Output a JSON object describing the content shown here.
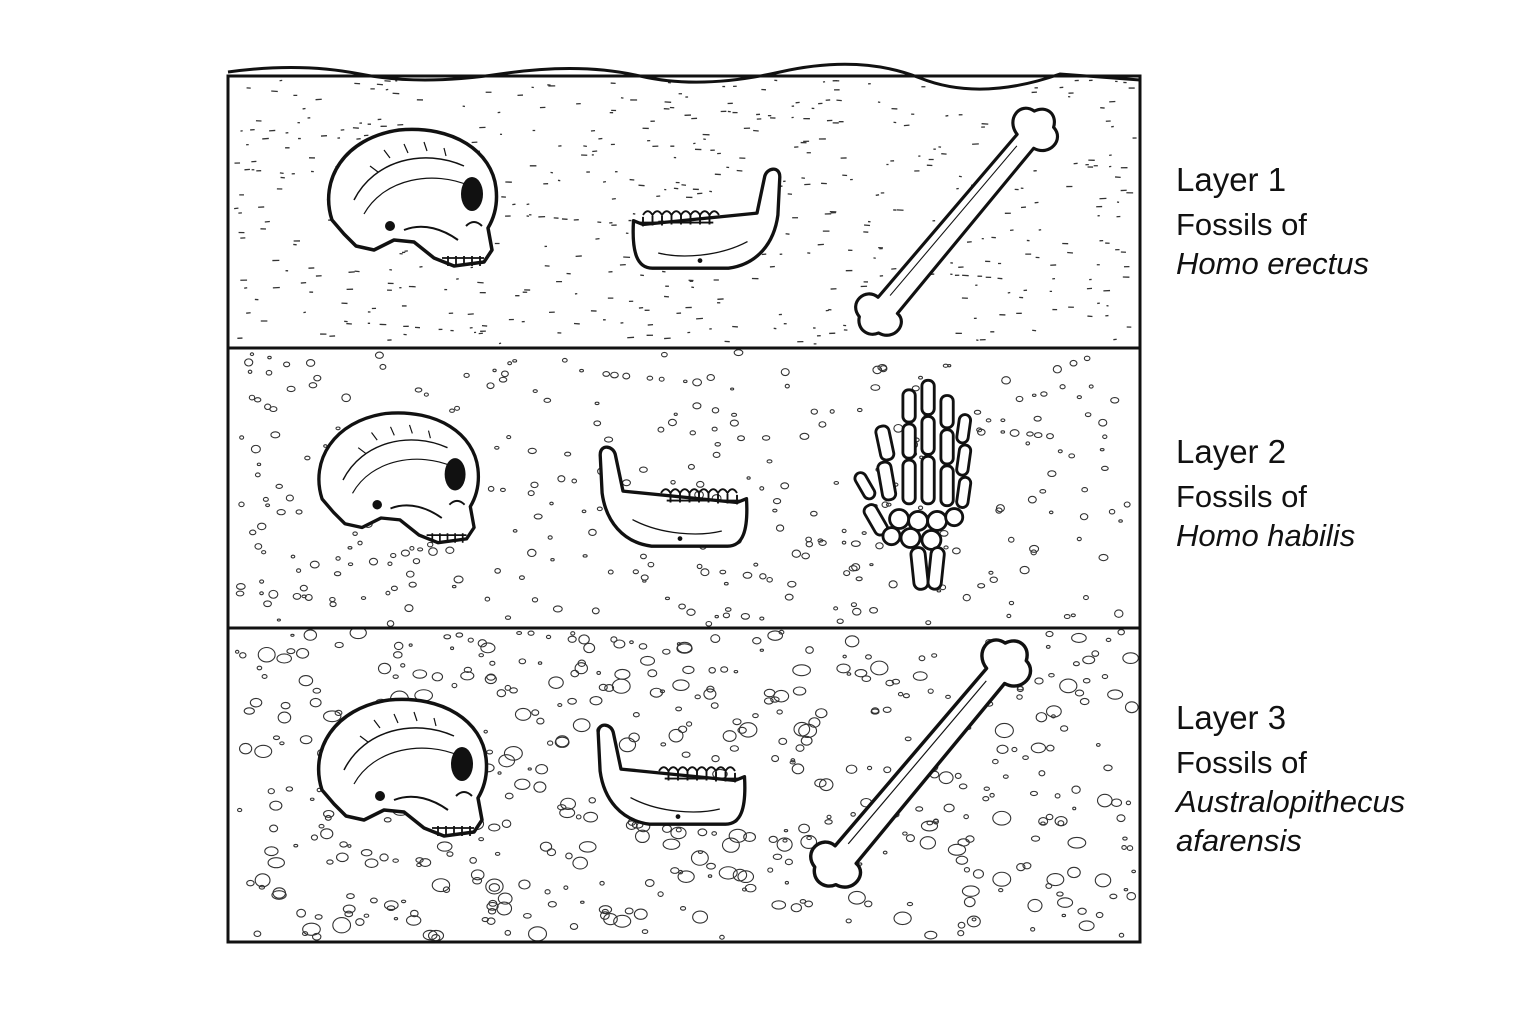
{
  "layers": [
    {
      "title": "Layer 1",
      "caption": "Fossils of",
      "species_lines": [
        "Homo erectus"
      ],
      "fossils": [
        "skull-icon",
        "jaw-icon",
        "long-bone-icon"
      ]
    },
    {
      "title": "Layer 2",
      "caption": "Fossils of",
      "species_lines": [
        "Homo habilis"
      ],
      "fossils": [
        "skull-icon",
        "jaw-icon",
        "hand-bones-icon"
      ]
    },
    {
      "title": "Layer 3",
      "caption": "Fossils of",
      "species_lines": [
        "Australopithecus",
        "afarensis"
      ],
      "fossils": [
        "skull-icon",
        "jaw-icon",
        "long-bone-icon"
      ]
    }
  ],
  "colors": {
    "ink": "#111111",
    "fill": "#ffffff",
    "bone": "#f7f7f7"
  }
}
